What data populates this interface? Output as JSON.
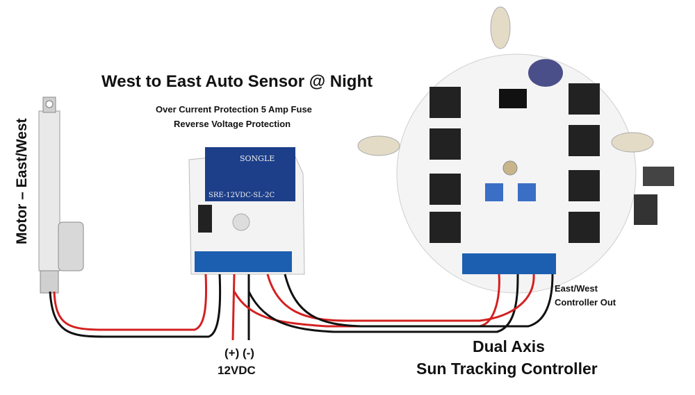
{
  "title": "West to East Auto Sensor @ Night",
  "features": [
    "Over Current Protection 5 Amp Fuse",
    "Reverse Voltage Protection"
  ],
  "motor_label": "Motor – East/West",
  "power": {
    "polarity": "(+) (-)",
    "voltage": "12VDC"
  },
  "controller": {
    "line1": "Dual Axis",
    "line2": "Sun Tracking Controller"
  },
  "output": {
    "line1": "East/West",
    "line2": "Controller Out"
  },
  "relay": {
    "brand": "SONGLE",
    "model": "SRE-12VDC-SL-2C"
  },
  "colors": {
    "wire_red": "#d42020",
    "wire_black": "#111111",
    "terminal_blue": "#1c5fb0",
    "pcb_white": "#f4f4f4"
  }
}
